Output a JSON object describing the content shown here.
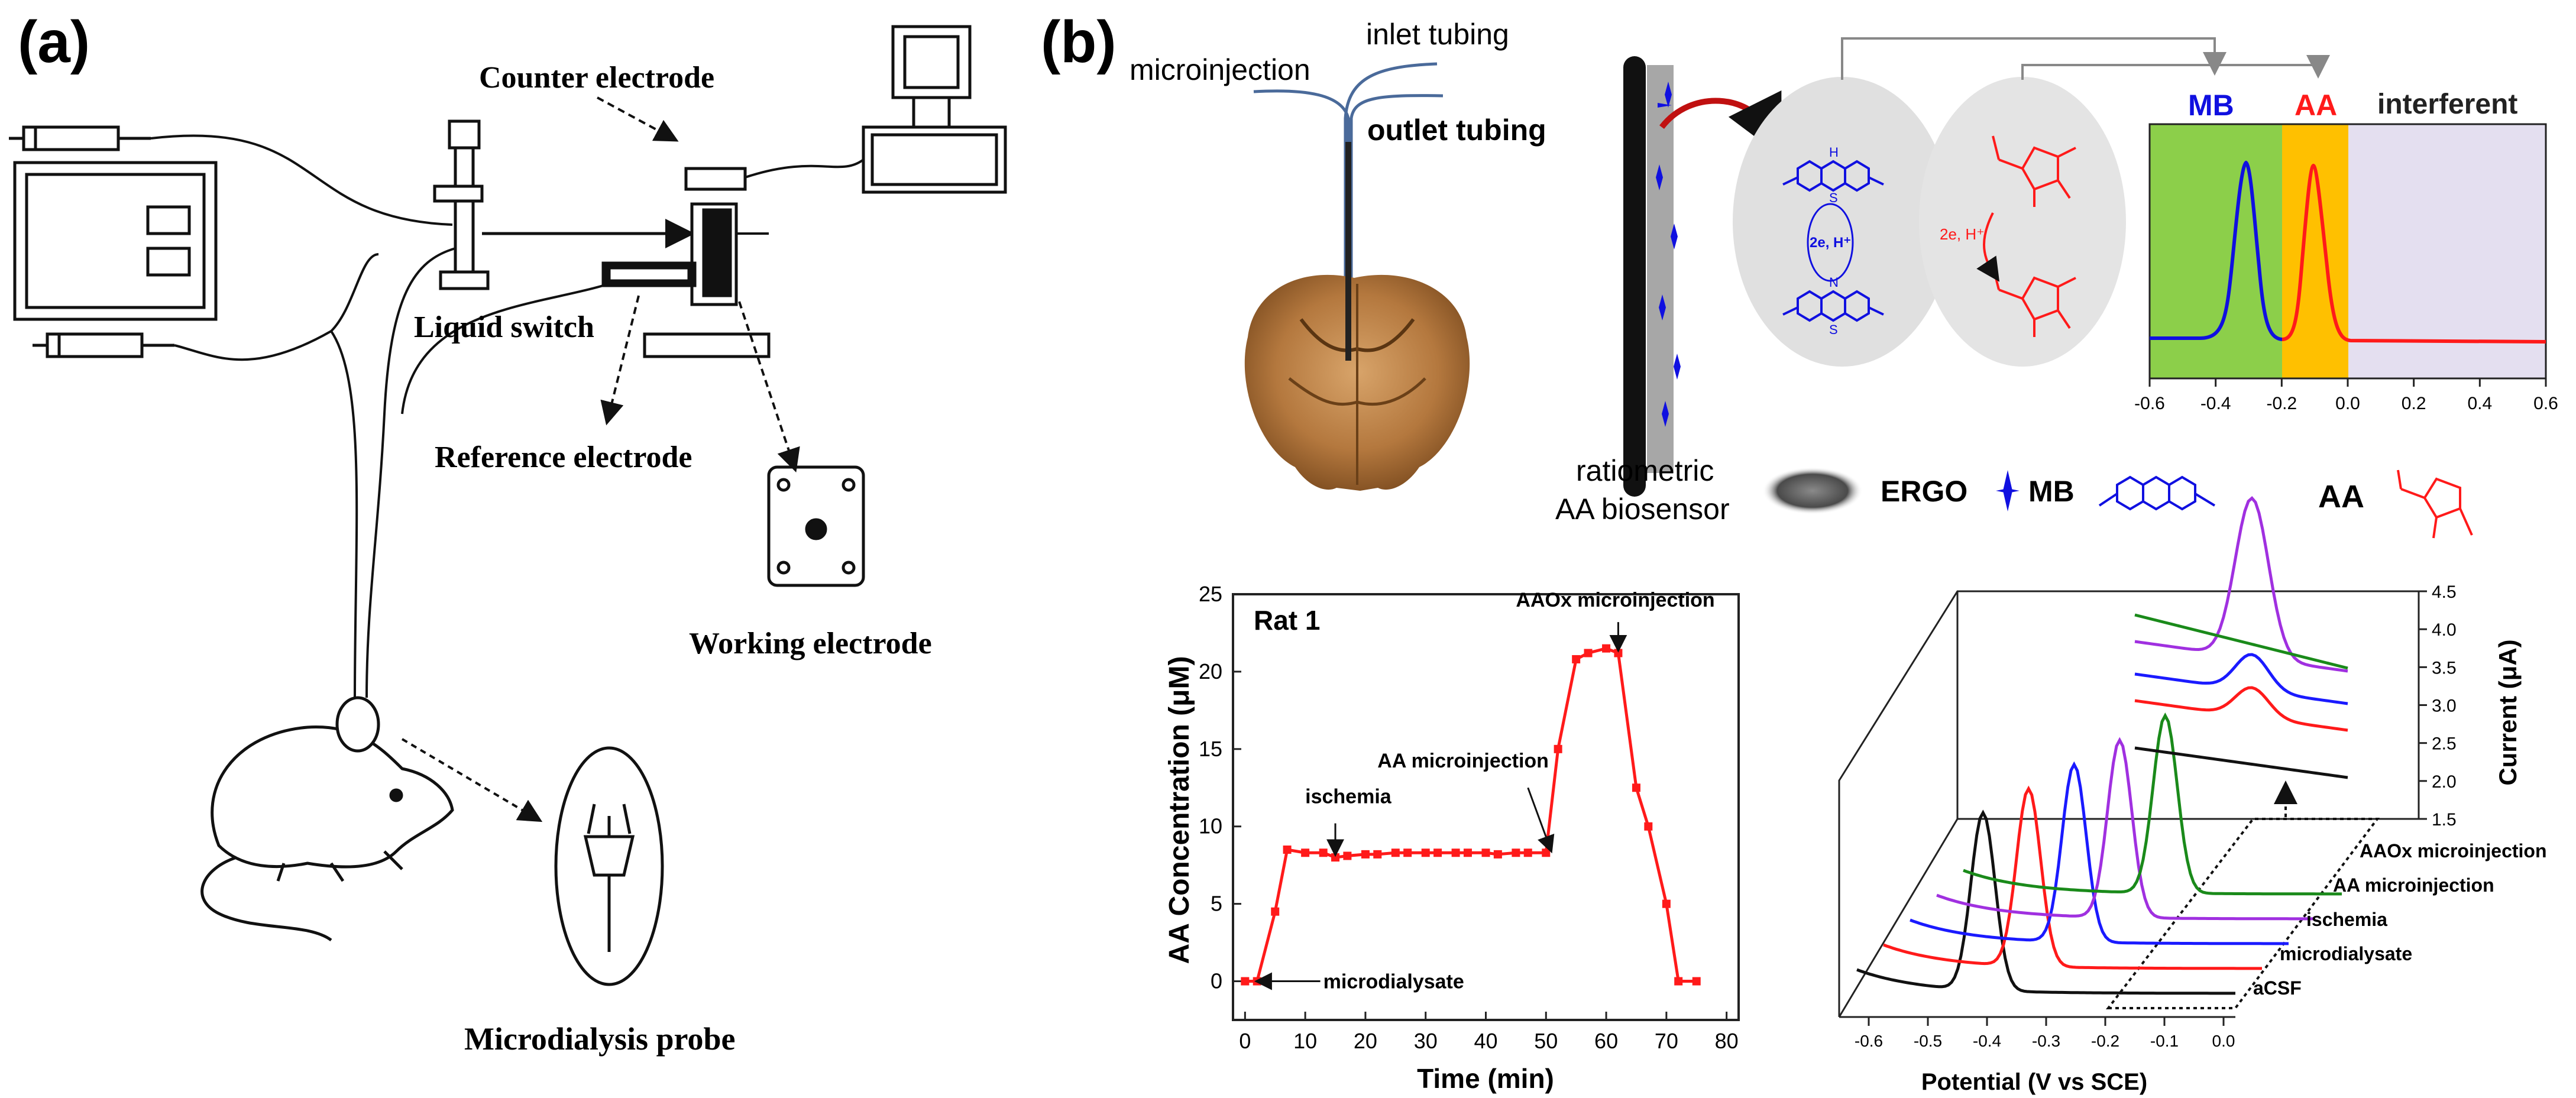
{
  "panel_a": {
    "label": "(a)",
    "counter_electrode": "Counter electrode",
    "liquid_switch": "Liquid switch",
    "reference_electrode": "Reference electrode",
    "working_electrode": "Working electrode",
    "microdialysis_probe": "Microdialysis probe"
  },
  "panel_b": {
    "label": "(b)",
    "inlet_tubing": "inlet tubing",
    "microinjection": "microinjection",
    "outlet_tubing": "outlet tubing",
    "sensor_line1": "ratiometric",
    "sensor_line2": "AA biosensor",
    "legend_ergo": "ERGO",
    "legend_mb": "MB",
    "legend_aa": "AA",
    "reaction_mb": "2e, H⁺",
    "reaction_aa": "2e, H⁺",
    "colors": {
      "mb": "#1010e0",
      "aa": "#ff1a1a",
      "green_band": "#8ccf4a",
      "orange_band": "#ffc000",
      "lavender_band": "#e4dff0"
    }
  },
  "inset_chart": {
    "header_mb": "MB",
    "header_aa": "AA",
    "header_interferent": "interferent",
    "x_ticks": [
      "-0.6",
      "-0.4",
      "-0.2",
      "0.0",
      "0.2",
      "0.4",
      "0.6"
    ]
  },
  "chart_rat": {
    "panel_title": "Rat 1",
    "xlabel": "Time (min)",
    "ylabel": "AA Concentration (μM)",
    "x_ticks": [
      "0",
      "10",
      "20",
      "30",
      "40",
      "50",
      "60",
      "70",
      "80"
    ],
    "y_ticks": [
      "0",
      "5",
      "10",
      "15",
      "20",
      "25"
    ],
    "annotations": {
      "microdialysate": "microdialysate",
      "ischemia": "ischemia",
      "aa_microinjection": "AA microinjection",
      "aaox_microinjection": "AAOx microinjection"
    }
  },
  "chart_cv": {
    "xlabel": "Potential (V vs SCE)",
    "ylabel": "Current (μA)",
    "x_ticks": [
      "-0.6",
      "-0.5",
      "-0.4",
      "-0.3",
      "-0.2",
      "-0.1",
      "0.0"
    ],
    "y_ticks": [
      "1.5",
      "2.0",
      "2.5",
      "3.0",
      "3.5",
      "4.0",
      "4.5"
    ],
    "trace_labels": [
      "AAOx microinjection",
      "AA microinjection",
      "ischemia",
      "microdialysate",
      "aCSF"
    ]
  },
  "chart_data": [
    {
      "type": "line",
      "title": "Rat 1",
      "xlabel": "Time (min)",
      "ylabel": "AA Concentration (μM)",
      "xlim": [
        -2,
        82
      ],
      "ylim": [
        -2.5,
        25
      ],
      "grid": false,
      "series": [
        {
          "x": [
            0,
            2,
            5,
            7,
            10,
            13,
            15,
            17,
            20,
            22,
            25,
            27,
            30,
            32,
            35,
            37,
            40,
            42,
            45,
            47,
            50,
            52,
            55,
            57,
            60,
            62,
            65,
            67,
            70,
            72,
            75
          ],
          "y": [
            0,
            0,
            4.5,
            8.5,
            8.3,
            8.3,
            8.0,
            8.1,
            8.2,
            8.2,
            8.3,
            8.3,
            8.3,
            8.3,
            8.3,
            8.3,
            8.3,
            8.2,
            8.3,
            8.3,
            8.3,
            15.0,
            20.8,
            21.2,
            21.5,
            21.2,
            12.5,
            10.0,
            5.0,
            0,
            0
          ]
        }
      ]
    },
    {
      "type": "line",
      "xlabel": "Potential (V vs SCE)",
      "ylabel": "Current (μA)",
      "xlim": [
        -0.6,
        0.0
      ],
      "ylim": [
        1.5,
        4.5
      ],
      "grid": false,
      "series": [
        {
          "name": "aCSF",
          "peak_x": -0.4,
          "peak_height": 1.0
        },
        {
          "name": "microdialysate",
          "peak_x": -0.37,
          "peak_height": 1.0
        },
        {
          "name": "ischemia",
          "peak_x": -0.34,
          "peak_height": 1.0
        },
        {
          "name": "AA microinjection",
          "peak_x": -0.31,
          "peak_height": 1.0
        },
        {
          "name": "AAOx microinjection",
          "peak_x": -0.28,
          "peak_height": 1.0
        }
      ]
    }
  ]
}
